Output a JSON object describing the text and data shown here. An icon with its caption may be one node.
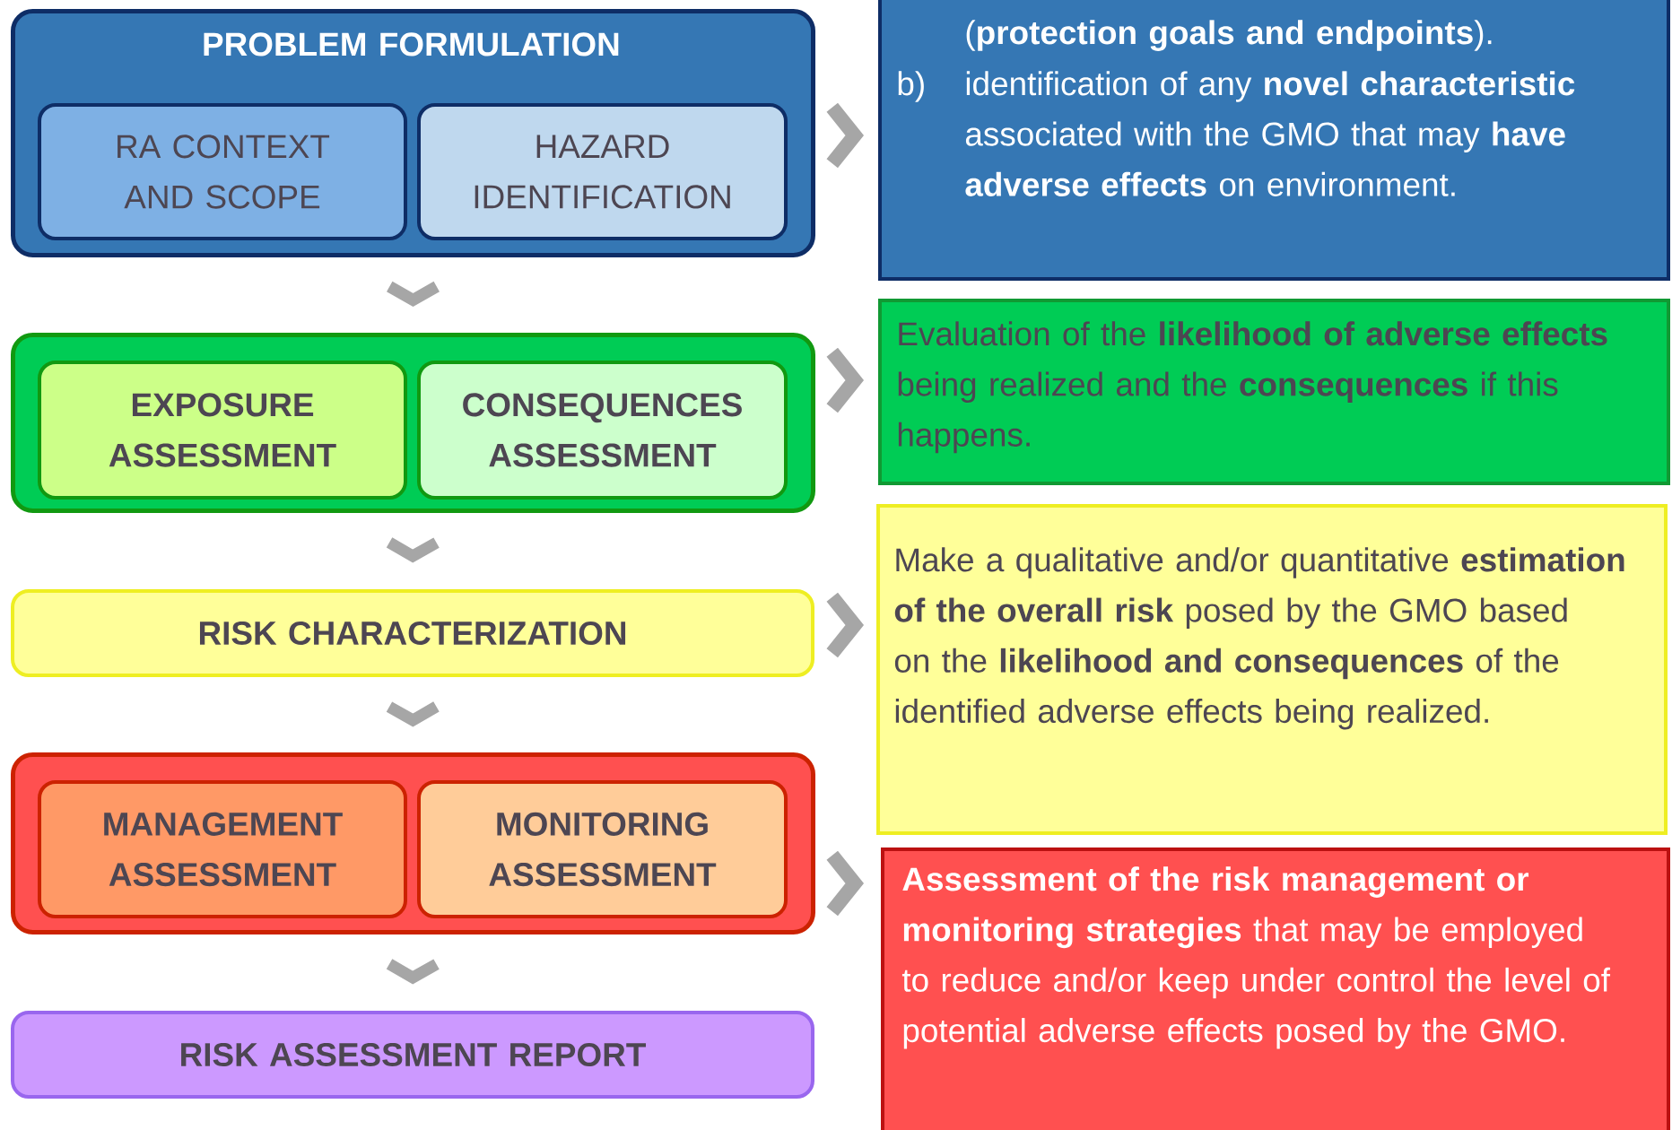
{
  "diagram": {
    "nodes": [
      {
        "text": [
          "PROBLEM FORMULATION"
        ]
      },
      {
        "text": [
          "RA CONTEXT AND SCOPE"
        ],
        "in": 0
      },
      {
        "text": [
          "HAZARD IDENTIFICATION"
        ],
        "in": 0
      },
      {
        "text": [
          "(**protection goals and endpoints**).",
          "b)",
          "identification of any **novel characteristic** associated with the GMO that may **have adverse effects** on environment."
        ]
      },
      {
        "text": [],
        "shape": "box"
      },
      {
        "text": [
          "EXPOSURE ASSESSMENT"
        ],
        "in": 4
      },
      {
        "text": [
          "CONSEQUENCES ASSESSMENT"
        ],
        "in": 4
      },
      {
        "text": [
          "Evaluation of the **likelihood of adverse effects** being realized and the **consequences** if this happens."
        ]
      },
      {
        "text": [
          "RISK CHARACTERIZATION"
        ]
      },
      {
        "text": [
          "Make a qualitative and/or quantitative **estimation of the overall risk** posed by the GMO based on the **likelihood and consequences** of the identified adverse effects being realized."
        ]
      },
      {
        "text": [],
        "shape": "box"
      },
      {
        "text": [
          "MANAGEMENT ASSESSMENT"
        ],
        "in": 10
      },
      {
        "text": [
          "MONITORING ASSESSMENT"
        ],
        "in": 10
      },
      {
        "text": [
          "**Assessment of the risk management or monitoring strategies** that may be employed to reduce and/or keep under control the level of potential adverse effects posed by the GMO."
        ]
      },
      {
        "text": [
          "RISK ASSESSMENT REPORT"
        ]
      }
    ],
    "edges": [
      {
        "from": 0,
        "to": 3,
        "arrow": "to"
      },
      {
        "from": 0,
        "to": 4,
        "arrow": "to"
      },
      {
        "from": 4,
        "to": 7,
        "arrow": "to"
      },
      {
        "from": 4,
        "to": 8,
        "arrow": "to"
      },
      {
        "from": 8,
        "to": 9,
        "arrow": "to"
      },
      {
        "from": 8,
        "to": 10,
        "arrow": "to"
      },
      {
        "from": 10,
        "to": 13,
        "arrow": "to"
      },
      {
        "from": 10,
        "to": 14,
        "arrow": "to"
      }
    ]
  }
}
